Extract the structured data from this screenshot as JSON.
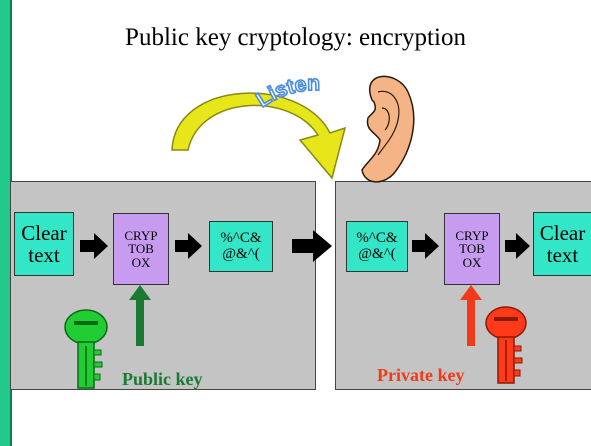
{
  "title": "Public key cryptology: encryption",
  "listen": "Listen",
  "left": {
    "clear_text": [
      "Clear",
      "text"
    ],
    "cryptobox": [
      "CRYP",
      "TOB",
      "OX"
    ],
    "cipher": [
      "%^C&",
      "@&^("
    ],
    "key_label": "Public key"
  },
  "right": {
    "cipher": [
      "%^C&",
      "@&^("
    ],
    "cryptobox": [
      "CRYP",
      "TOB",
      "OX"
    ],
    "clear_text": [
      "Clear",
      "text"
    ],
    "key_label": "Private key"
  },
  "colors": {
    "accent_bar": "#22c98a",
    "teal_box": "#33e6c8",
    "violet_box": "#c79cf0",
    "public": "#1a7a33",
    "private": "#f23a1a",
    "listen_arrow": "#e6e61a"
  },
  "icons": [
    "ear-icon",
    "green-key-icon",
    "red-key-icon",
    "curved-arrow-icon",
    "right-arrow-icon",
    "up-arrow-icon"
  ]
}
